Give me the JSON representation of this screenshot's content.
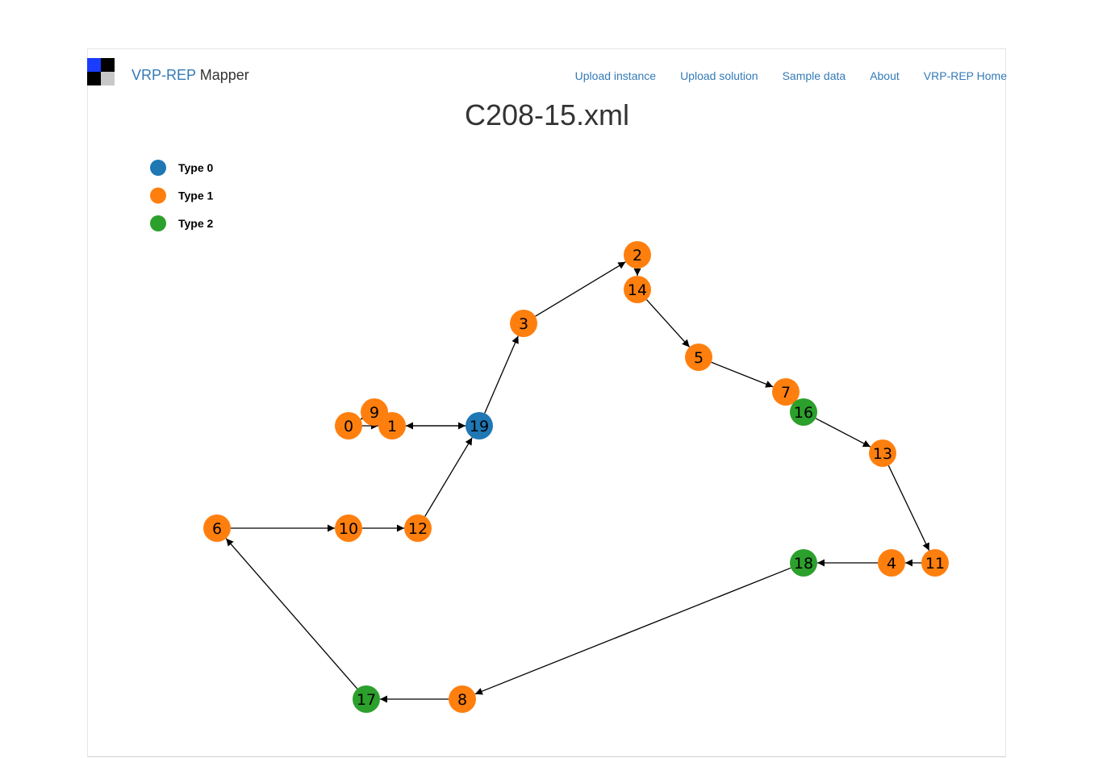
{
  "navbar": {
    "brand_accent": "VRP-REP",
    "brand_rest": "Mapper",
    "links": [
      "Upload instance",
      "Upload solution",
      "Sample data",
      "About",
      "VRP-REP Home"
    ]
  },
  "logo": {
    "colors": [
      "#1a3cff",
      "#000000",
      "#000000",
      "#c8c8c8"
    ]
  },
  "page": {
    "title": "C208-15.xml"
  },
  "legend": [
    {
      "label": "Type 0",
      "color": "#1f77b4"
    },
    {
      "label": "Type 1",
      "color": "#ff7f0e"
    },
    {
      "label": "Type 2",
      "color": "#2ca02c"
    }
  ],
  "graph": {
    "nodes": [
      {
        "id": "0",
        "type": 1
      },
      {
        "id": "9",
        "type": 1
      },
      {
        "id": "1",
        "type": 1
      },
      {
        "id": "19",
        "type": 0
      },
      {
        "id": "3",
        "type": 1
      },
      {
        "id": "2",
        "type": 1
      },
      {
        "id": "14",
        "type": 1
      },
      {
        "id": "5",
        "type": 1
      },
      {
        "id": "7",
        "type": 1
      },
      {
        "id": "16",
        "type": 2
      },
      {
        "id": "13",
        "type": 1
      },
      {
        "id": "11",
        "type": 1
      },
      {
        "id": "4",
        "type": 1
      },
      {
        "id": "18",
        "type": 2
      },
      {
        "id": "8",
        "type": 1
      },
      {
        "id": "17",
        "type": 2
      },
      {
        "id": "6",
        "type": 1
      },
      {
        "id": "10",
        "type": 1
      },
      {
        "id": "12",
        "type": 1
      }
    ],
    "edges": [
      [
        "19",
        "3"
      ],
      [
        "3",
        "2"
      ],
      [
        "2",
        "14"
      ],
      [
        "14",
        "5"
      ],
      [
        "5",
        "7"
      ],
      [
        "7",
        "16"
      ],
      [
        "16",
        "13"
      ],
      [
        "13",
        "11"
      ],
      [
        "11",
        "4"
      ],
      [
        "4",
        "18"
      ],
      [
        "18",
        "8"
      ],
      [
        "8",
        "17"
      ],
      [
        "17",
        "6"
      ],
      [
        "6",
        "10"
      ],
      [
        "10",
        "12"
      ],
      [
        "12",
        "19"
      ],
      [
        "19",
        "1"
      ],
      [
        "1",
        "9"
      ],
      [
        "9",
        "0"
      ],
      [
        "0",
        "1"
      ],
      [
        "1",
        "19"
      ]
    ]
  }
}
